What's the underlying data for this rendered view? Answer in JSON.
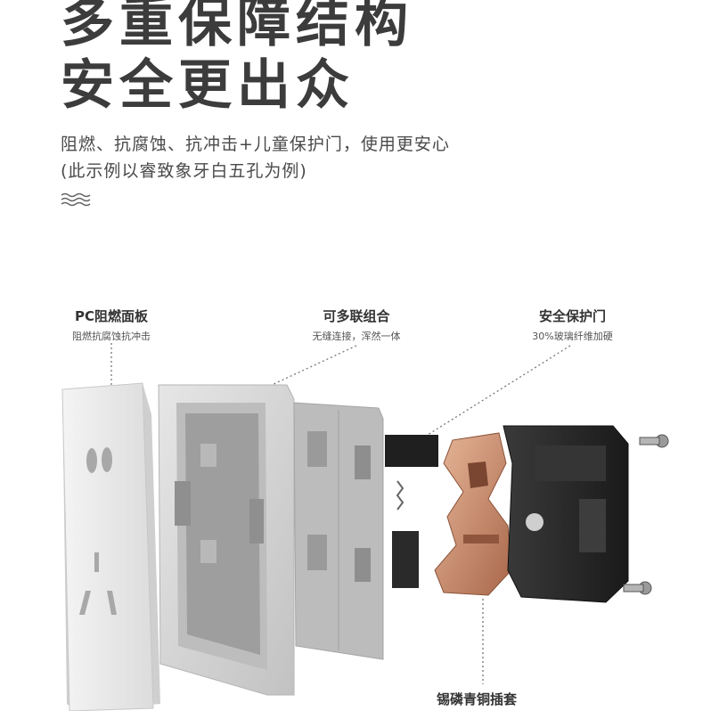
{
  "headline": {
    "line1": "多重保障结构",
    "line2": "安全更出众"
  },
  "subtitle": {
    "line1": "阻燃、抗腐蚀、抗冲击+儿童保护门，使用更安心",
    "line2": "(此示例以睿致象牙白五孔为例)"
  },
  "callouts": {
    "panel": {
      "title": "PC阻燃面板",
      "desc": "阻燃抗腐蚀抗冲击"
    },
    "frame": {
      "title": "可多联组合",
      "desc": "无缝连接，浑然一体"
    },
    "door": {
      "title": "安全保护门",
      "desc": "30%玻璃纤维加硬"
    },
    "sleeve": {
      "title": "锡磷青铜插套"
    }
  },
  "colors": {
    "headline": "#3c3c3c",
    "panel": "#ececec",
    "frame": "#d9d9d9",
    "copper": "#c98a6a",
    "housing": "#2b2b2b"
  },
  "icons": [
    "wave-icon",
    "screw-icon"
  ]
}
